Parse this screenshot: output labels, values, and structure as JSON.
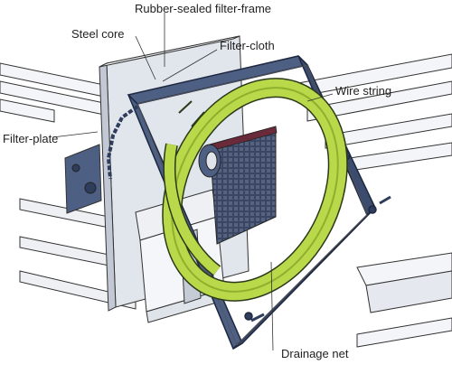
{
  "diagram": {
    "labels": {
      "rubber_sealed_filter_frame": "Rubber-sealed filter-frame",
      "steel_core": "Steel core",
      "filter_cloth": "Filter-cloth",
      "wire_string": "Wire string",
      "filter_plate": "Filter-plate",
      "drainage_net": "Drainage net"
    }
  },
  "colors": {
    "line": "#333333",
    "plate_fill": "#dfe3ea",
    "plate_side": "#c6ccd6",
    "frame_metal": "#4d5f82",
    "frame_dark": "#2f3d5c",
    "ring_green": "#b9d84a",
    "ring_green_dark": "#8fb02e",
    "net_grid": "#2c3650",
    "net_edge": "#6b2a3a",
    "rail_fill": "#f4f5f8"
  }
}
